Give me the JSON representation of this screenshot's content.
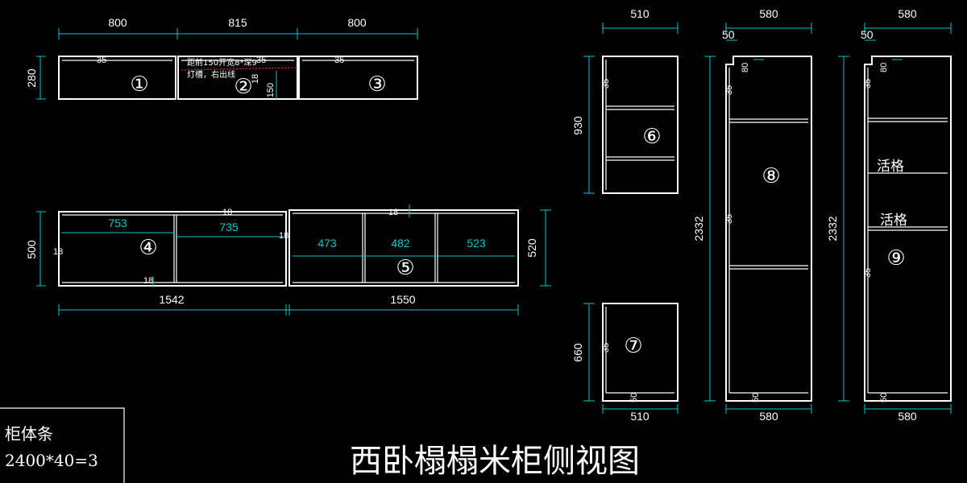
{
  "title": "西卧榻榻米柜侧视图",
  "note": {
    "line1": "柜体条",
    "line2": "2400*40=3"
  },
  "top_row": {
    "widths": [
      "800",
      "815",
      "800"
    ],
    "height": "280",
    "inner_mark": "35",
    "comment_line1": "距前150开宽8*深9",
    "comment_line2": "灯槽，右出线",
    "inner_height": "150",
    "inner_small": "18",
    "labels": [
      "①",
      "②",
      "③"
    ]
  },
  "mid_row": {
    "left_cells": [
      "753",
      "735"
    ],
    "right_cells": [
      "473",
      "482",
      "523"
    ],
    "total_left": "1542",
    "total_right": "1550",
    "height_left": "500",
    "height_right": "520",
    "thickness": "18",
    "labels": [
      "④",
      "⑤"
    ]
  },
  "side": {
    "c6": {
      "width": "510",
      "height": "930",
      "mark": "35",
      "label": "⑥"
    },
    "c7": {
      "width": "510",
      "height": "660",
      "mark": "35",
      "base": "50",
      "label": "⑦"
    },
    "c8": {
      "width": "580",
      "height": "2332",
      "notch": "50",
      "top": "80",
      "mark": "35",
      "base": "50",
      "label": "⑧"
    },
    "c9": {
      "width": "580",
      "height": "2332",
      "notch": "50",
      "top": "80",
      "mark": "35",
      "base": "50",
      "shelf1": "活格",
      "shelf2": "活格",
      "label": "⑨"
    }
  },
  "colors": {
    "line": "#ffffff",
    "dimension": "#00c8d2",
    "background": "#000000"
  }
}
